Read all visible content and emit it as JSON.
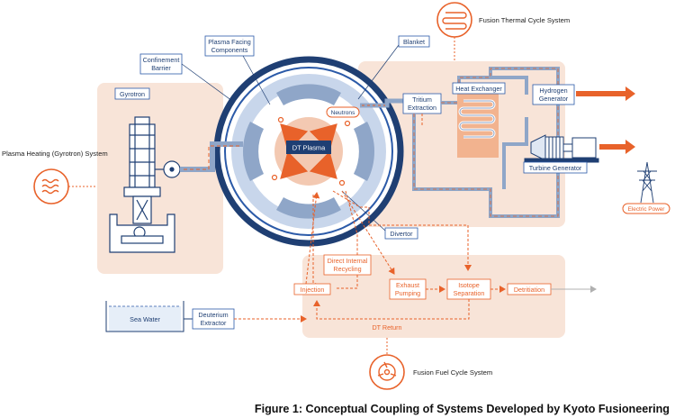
{
  "caption": "Figure 1: Conceptual Coupling of Systems Developed by Kyoto Fusioneering",
  "systems": {
    "thermal": "Fusion Thermal Cycle System",
    "heating": "Plasma Heating (Gyrotron) System",
    "fuel": "Fusion Fuel Cycle System"
  },
  "labels": {
    "gyrotron": "Gyrotron",
    "confinement_1": "Confinement",
    "confinement_2": "Barrier",
    "pfc_1": "Plasma Facing",
    "pfc_2": "Components",
    "blanket": "Blanket",
    "neutrons": "Neutrons",
    "dt_plasma": "DT Plasma",
    "tritium_1": "Tritium",
    "tritium_2": "Extraction",
    "heat_exchanger": "Heat Exchanger",
    "hydrogen_1": "Hydrogen",
    "hydrogen_2": "Generator",
    "turbine": "Turbine Generator",
    "electric_power": "Electric Power",
    "divertor": "Divertor",
    "direct_1": "Direct Internal",
    "direct_2": "Recycling",
    "injection": "Injection",
    "exhaust_1": "Exhaust",
    "exhaust_2": "Pumping",
    "isotope_1": "Isotope",
    "isotope_2": "Separation",
    "detritiation": "Detritiation",
    "sea_water": "Sea Water",
    "deuterium_1": "Deuterium",
    "deuterium_2": "Extractor",
    "dt_return": "DT Return"
  },
  "colors": {
    "navy": "#1f3f73",
    "blue": "#2b5aa8",
    "orange": "#e8622a",
    "light_orange": "#f9dccd",
    "panel": "#f8e4d8",
    "gray_box": "#8fa6c8"
  }
}
